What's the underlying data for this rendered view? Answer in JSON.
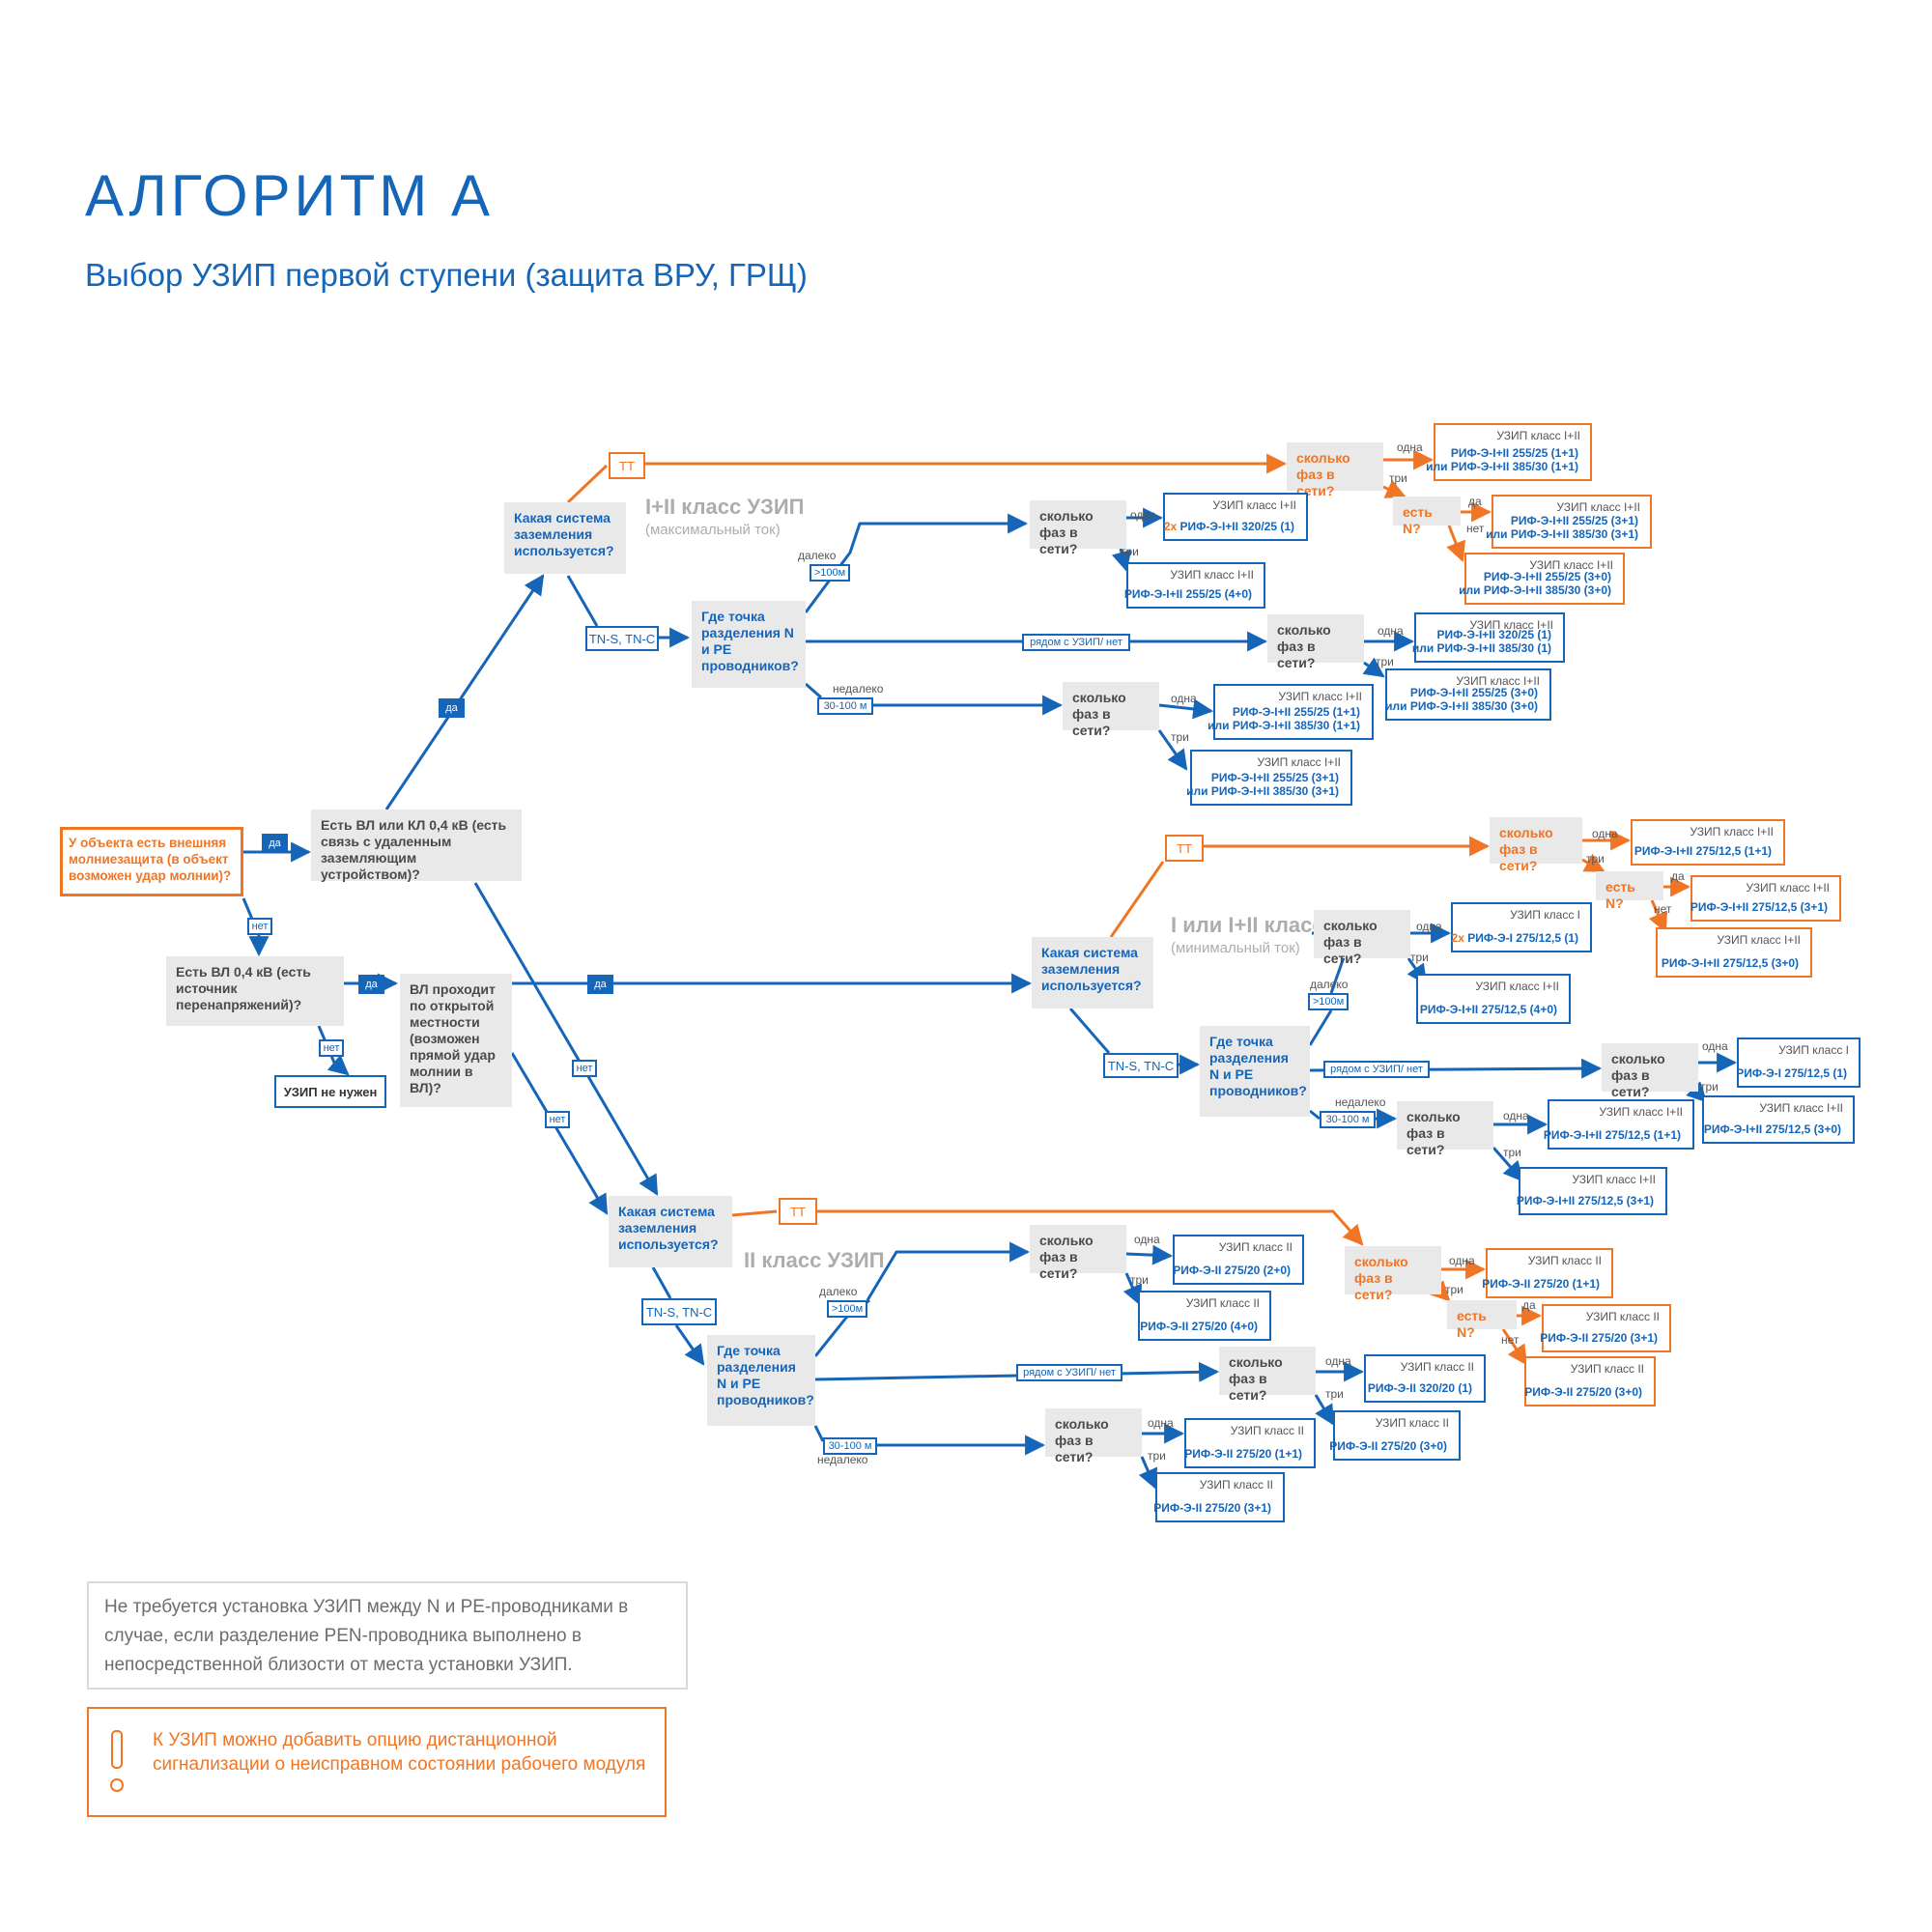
{
  "title": "АЛГОРИТМ А",
  "subtitle": "Выбор УЗИП первой ступени (защита ВРУ, ГРЩ)",
  "nodes": {
    "start": "У объекта есть внешняя молниезащита (в объект возможен удар молнии)?",
    "vl_kl": "Есть ВЛ или КЛ 0,4 кВ (есть связь с удаленным заземляющим устройством)?",
    "vl04": "Есть ВЛ 0,4 кВ (есть источник перенапряжений)?",
    "not_needed": "УЗИП не нужен",
    "open_area": "ВЛ проходит по открытой местности (возможен прямой удар молнии в ВЛ)?",
    "gs1": "Какая система заземления используется?",
    "gs2": "Какая система заземления используется?",
    "gs3": "Какая система заземления используется?",
    "sep1": "Где точка разделения N и PE проводников?",
    "sep2": "Где точка разделения N и PE проводников?",
    "sep3": "Где точка разделения N и PE проводников?",
    "phases": "сколько фаз в сети?",
    "has_n": "есть N?",
    "tt": "ТТ",
    "tns": "TN-S, TN-C",
    "far": ">100м",
    "mid": "30-100 м",
    "mid3": "30-100 м",
    "near": "рядом с УЗИП/ нет"
  },
  "class_labels": {
    "c1": "I+II класс УЗИП",
    "c1_sub": "(максимальный ток)",
    "c2": "I или I+II класс УЗИП",
    "c2_sub": "(минимальный ток)",
    "c3": "II класс УЗИП"
  },
  "labels": {
    "yes": "да",
    "no": "нет",
    "one": "одна",
    "three": "три",
    "far": "далеко",
    "notfar": "недалеко"
  },
  "results": {
    "a1": {
      "h": "УЗИП класс I+II",
      "l1": "РИФ-Э-I+II 255/25 (1+1)",
      "l2": "или РИФ-Э-I+II 385/30 (1+1)"
    },
    "a2": {
      "h": "УЗИП класс I+II",
      "l1": "РИФ-Э-I+II 255/25 (3+1)",
      "l2": "или РИФ-Э-I+II 385/30 (3+1)"
    },
    "a3": {
      "h": "УЗИП класс I+II",
      "l1": "РИФ-Э-I+II 255/25 (3+0)",
      "l2": "или РИФ-Э-I+II 385/30 (3+0)"
    },
    "a4": {
      "h": "УЗИП класс I+II",
      "px": "2х",
      "l1": "РИФ-Э-I+II 320/25 (1)"
    },
    "a5": {
      "h": "УЗИП класс I+II",
      "l1": "РИФ-Э-I+II 255/25 (4+0)"
    },
    "a6": {
      "h": "УЗИП класс I+II",
      "l1": "РИФ-Э-I+II 320/25 (1)",
      "l2": "или РИФ-Э-I+II 385/30 (1)"
    },
    "a7": {
      "h": "УЗИП класс I+II",
      "l1": "РИФ-Э-I+II 255/25 (3+0)",
      "l2": "или РИФ-Э-I+II 385/30 (3+0)"
    },
    "a8": {
      "h": "УЗИП класс I+II",
      "l1": "РИФ-Э-I+II 255/25 (1+1)",
      "l2": "или РИФ-Э-I+II 385/30 (1+1)"
    },
    "a9": {
      "h": "УЗИП класс I+II",
      "l1": "РИФ-Э-I+II 255/25 (3+1)",
      "l2": "или РИФ-Э-I+II 385/30 (3+1)"
    },
    "b1": {
      "h": "УЗИП класс I+II",
      "l1": "РИФ-Э-I+II 275/12,5 (1+1)"
    },
    "b2": {
      "h": "УЗИП класс I+II",
      "l1": "РИФ-Э-I+II 275/12,5 (3+1)"
    },
    "b3": {
      "h": "УЗИП класс I+II",
      "l1": "РИФ-Э-I+II 275/12,5 (3+0)"
    },
    "b4": {
      "h": "УЗИП класс I",
      "px": "2х",
      "l1": "РИФ-Э-I 275/12,5 (1)"
    },
    "b5": {
      "h": "УЗИП класс I+II",
      "l1": "РИФ-Э-I+II 275/12,5 (4+0)"
    },
    "b6": {
      "h": "УЗИП класс I",
      "l1": "РИФ-Э-I 275/12,5 (1)"
    },
    "b7": {
      "h": "УЗИП класс I+II",
      "l1": "РИФ-Э-I+II 275/12,5 (3+0)"
    },
    "b8": {
      "h": "УЗИП класс I+II",
      "l1": "РИФ-Э-I+II 275/12,5 (1+1)"
    },
    "b9": {
      "h": "УЗИП класс I+II",
      "l1": "РИФ-Э-I+II 275/12,5 (3+1)"
    },
    "c1": {
      "h": "УЗИП класс II",
      "l1": "РИФ-Э-II 275/20 (2+0)"
    },
    "c2": {
      "h": "УЗИП класс II",
      "l1": "РИФ-Э-II 275/20 (4+0)"
    },
    "c3": {
      "h": "УЗИП класс II",
      "l1": "РИФ-Э-II 275/20 (1+1)"
    },
    "c4": {
      "h": "УЗИП класс II",
      "l1": "РИФ-Э-II 275/20 (3+1)"
    },
    "c5": {
      "h": "УЗИП класс II",
      "l1": "РИФ-Э-II 275/20 (3+0)"
    },
    "c6": {
      "h": "УЗИП класс II",
      "l1": "РИФ-Э-II 320/20 (1)"
    },
    "c7": {
      "h": "УЗИП класс II",
      "l1": "РИФ-Э-II 275/20 (3+0)"
    },
    "c8": {
      "h": "УЗИП класс II",
      "l1": "РИФ-Э-II 275/20 (1+1)"
    },
    "c9": {
      "h": "УЗИП класс II",
      "l1": "РИФ-Э-II 275/20 (3+1)"
    }
  },
  "note": "Не требуется установка УЗИП между N и PE-проводниками в случае, если разделение PEN-проводника выполнено в непосредственной близости от места установки УЗИП.",
  "warning": "К УЗИП можно добавить опцию дистанционной сигнализации о неисправном состоянии рабочего модуля",
  "colors": {
    "blue": "#1565b8",
    "orange": "#f07524",
    "gray": "#adadad"
  }
}
